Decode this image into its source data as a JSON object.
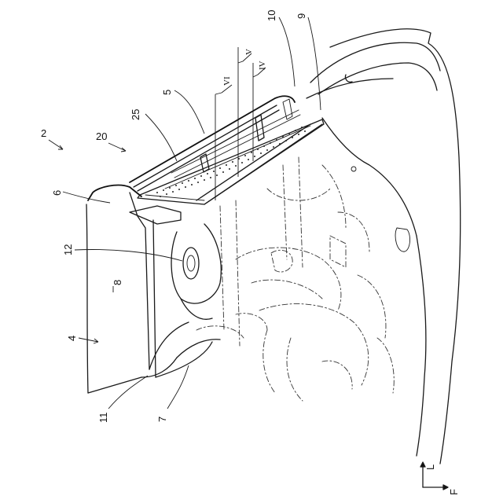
{
  "figure": {
    "labels": {
      "n2": "2",
      "n20": "20",
      "n25": "25",
      "n5": "5",
      "n10": "10",
      "n9": "9",
      "n6": "6",
      "n12": "12",
      "n8": "8",
      "n4": "4",
      "n11": "11",
      "n7": "7"
    },
    "section_marks": {
      "vi": "VI",
      "v": "V",
      "iv": "IV"
    },
    "direction_arrows": {
      "up_letter": "L",
      "right_letter": "F"
    }
  }
}
